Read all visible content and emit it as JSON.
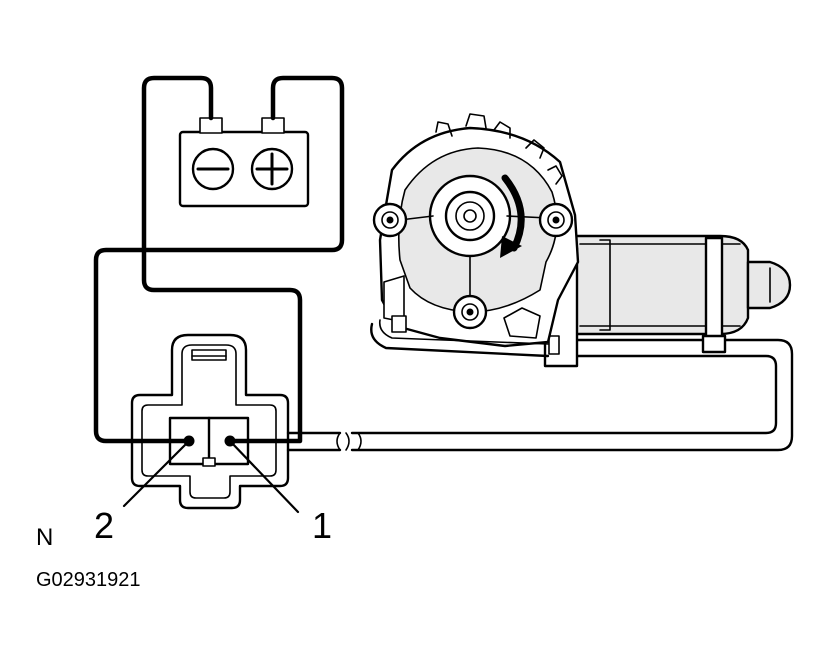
{
  "diagram": {
    "pin_labels": {
      "left": "2",
      "right": "1"
    },
    "corner_label": "N",
    "figure_code": "G02931921",
    "battery": {
      "negative_symbol": "−",
      "positive_symbol": "+"
    },
    "colors": {
      "line": "#000000",
      "fill": "#ffffff",
      "shade": "#e8e8e8"
    }
  }
}
